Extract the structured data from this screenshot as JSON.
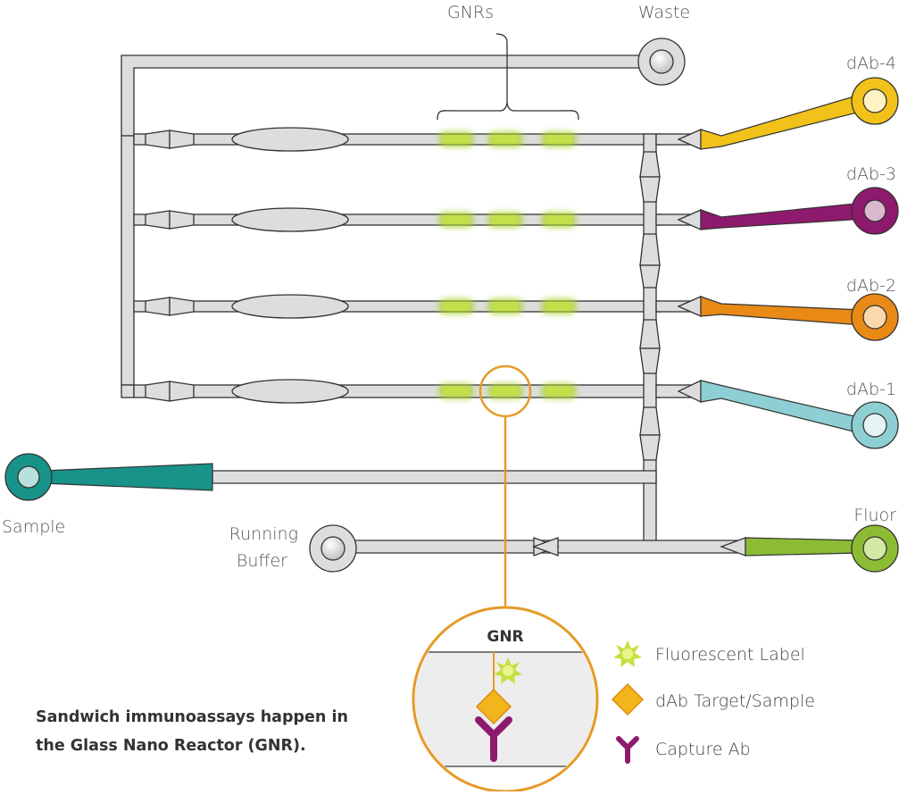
{
  "labels": {
    "gnrs": "GNRs",
    "waste": "Waste",
    "dab4": "dAb-4",
    "dab3": "dAb-3",
    "dab2": "dAb-2",
    "dab1": "dAb-1",
    "sample": "Sample",
    "running_buffer_line1": "Running",
    "running_buffer_line2": "Buffer",
    "fluor": "Fluor"
  },
  "inset": {
    "title": "GNR"
  },
  "legend": {
    "fluorescent_label": "Fluorescent Label",
    "dab_target": "dAb Target/Sample",
    "capture_ab": "Capture Ab"
  },
  "caption": {
    "line1": "Sandwich immunoassays happen in",
    "line2": "the Glass Nano Reactor (GNR)."
  },
  "colors": {
    "channel": "#dddddd",
    "outline": "#333333",
    "dab4": "#f2c21b",
    "dab3": "#8e1a6d",
    "dab2": "#e98a16",
    "dab1": "#8ecfd4",
    "sample": "#17938a",
    "fluor": "#8cbc34",
    "gnr_glow": "#a8d42a",
    "highlight": "#e69a28",
    "target": "#f2b51c",
    "capture": "#8e1a6d"
  }
}
